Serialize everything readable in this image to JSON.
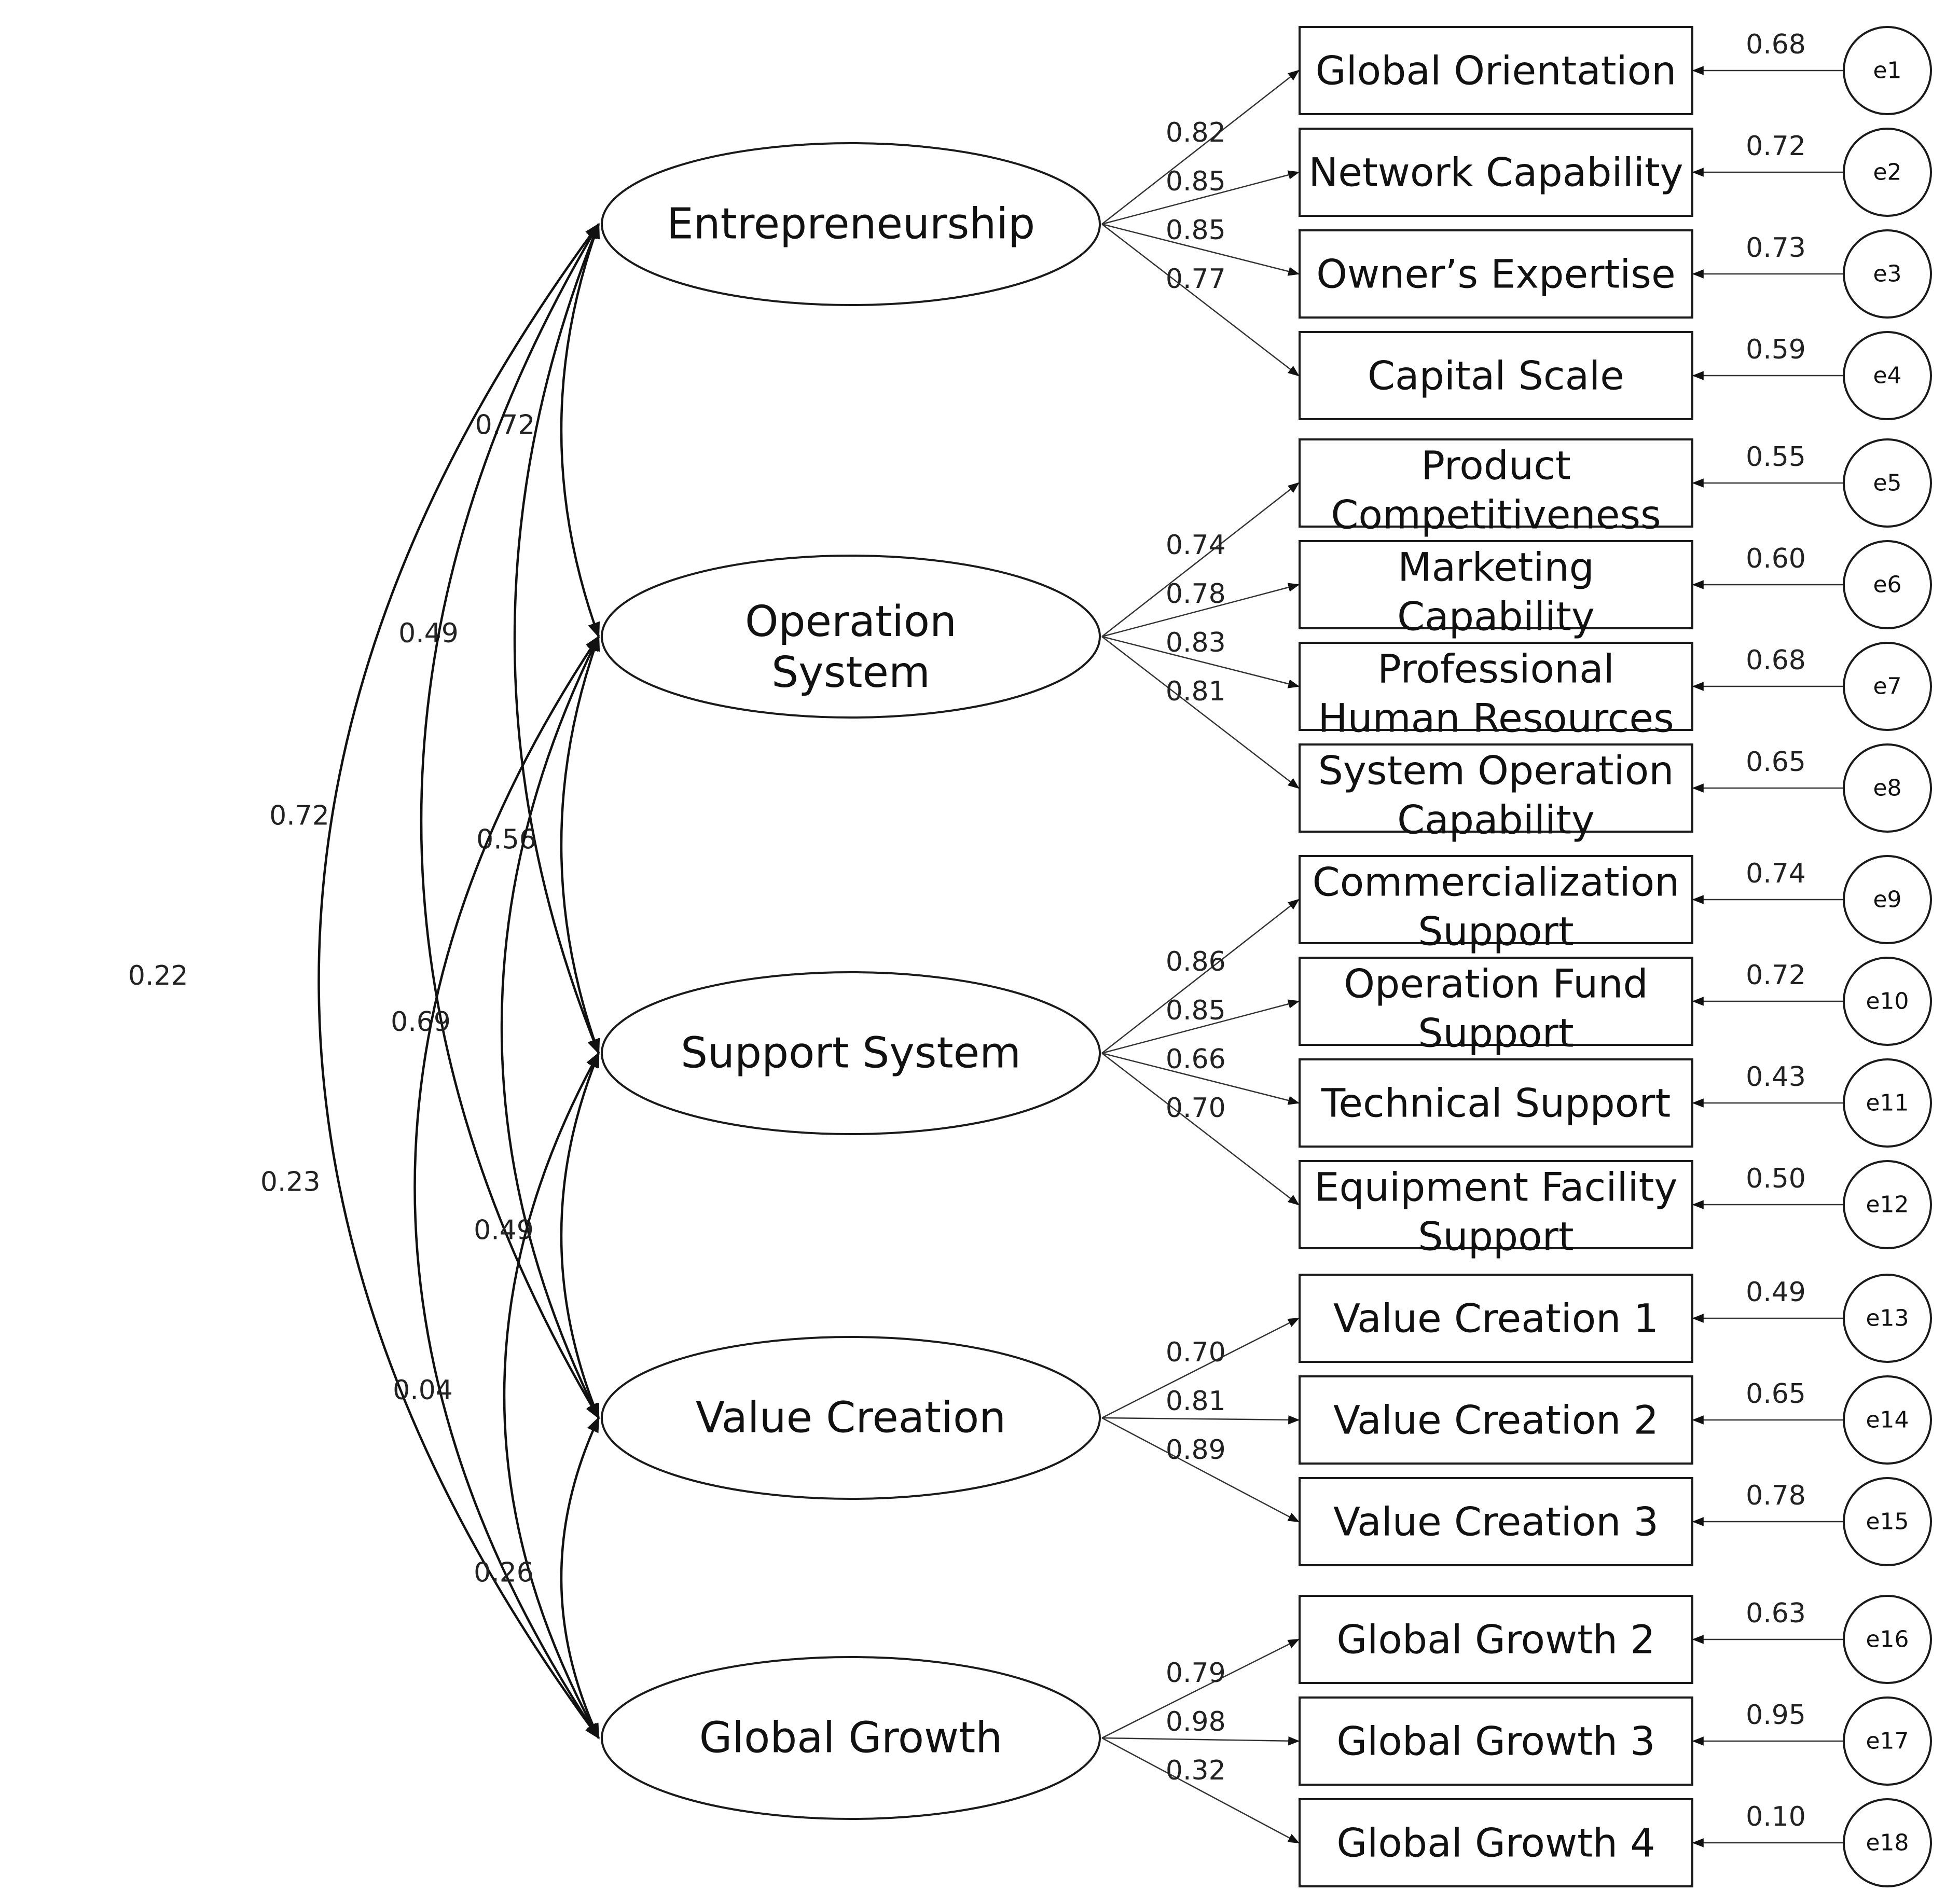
{
  "latents": [
    {
      "id": "ent",
      "label": "Entrepreneurship"
    },
    {
      "id": "ops",
      "label": "Operation System"
    },
    {
      "id": "sup",
      "label": "Support System"
    },
    {
      "id": "val",
      "label": "Value Creation"
    },
    {
      "id": "glo",
      "label": "Global Growth"
    }
  ],
  "indicators": [
    {
      "latent": "ent",
      "label": "Global Orientation",
      "loading": "0.82",
      "error": "e1",
      "error_value": "0.68"
    },
    {
      "latent": "ent",
      "label": "Network Capability",
      "loading": "0.85",
      "error": "e2",
      "error_value": "0.72"
    },
    {
      "latent": "ent",
      "label": "Owner’s Expertise",
      "loading": "0.85",
      "error": "e3",
      "error_value": "0.73"
    },
    {
      "latent": "ent",
      "label": "Capital Scale",
      "loading": "0.77",
      "error": "e4",
      "error_value": "0.59"
    },
    {
      "latent": "ops",
      "label": "Product Competitiveness",
      "loading": "0.74",
      "error": "e5",
      "error_value": "0.55"
    },
    {
      "latent": "ops",
      "label": "Marketing Capability",
      "loading": "0.78",
      "error": "e6",
      "error_value": "0.60"
    },
    {
      "latent": "ops",
      "label": "Professional Human Resources",
      "loading": "0.83",
      "error": "e7",
      "error_value": "0.68"
    },
    {
      "latent": "ops",
      "label": "System Operation Capability",
      "loading": "0.81",
      "error": "e8",
      "error_value": "0.65"
    },
    {
      "latent": "sup",
      "label": "Commercialization Support",
      "loading": "0.86",
      "error": "e9",
      "error_value": "0.74"
    },
    {
      "latent": "sup",
      "label": "Operation Fund Support",
      "loading": "0.85",
      "error": "e10",
      "error_value": "0.72"
    },
    {
      "latent": "sup",
      "label": "Technical Support",
      "loading": "0.66",
      "error": "e11",
      "error_value": "0.43"
    },
    {
      "latent": "sup",
      "label": "Equipment Facility Support",
      "loading": "0.70",
      "error": "e12",
      "error_value": "0.50"
    },
    {
      "latent": "val",
      "label": "Value Creation 1",
      "loading": "0.70",
      "error": "e13",
      "error_value": "0.49"
    },
    {
      "latent": "val",
      "label": "Value Creation 2",
      "loading": "0.81",
      "error": "e14",
      "error_value": "0.65"
    },
    {
      "latent": "val",
      "label": "Value Creation 3",
      "loading": "0.89",
      "error": "e15",
      "error_value": "0.78"
    },
    {
      "latent": "glo",
      "label": "Global Growth 2",
      "loading": "0.79",
      "error": "e16",
      "error_value": "0.63"
    },
    {
      "latent": "glo",
      "label": "Global Growth 3",
      "loading": "0.98",
      "error": "e17",
      "error_value": "0.95"
    },
    {
      "latent": "glo",
      "label": "Global Growth 4",
      "loading": "0.32",
      "error": "e18",
      "error_value": "0.10"
    }
  ],
  "correlations": [
    {
      "from": "ent",
      "to": "ops",
      "value": "0.72"
    },
    {
      "from": "ent",
      "to": "sup",
      "value": "0.49"
    },
    {
      "from": "ent",
      "to": "val",
      "value": "0.72"
    },
    {
      "from": "ent",
      "to": "glo",
      "value": "0.22"
    },
    {
      "from": "ops",
      "to": "sup",
      "value": "0.56"
    },
    {
      "from": "ops",
      "to": "val",
      "value": "0.69"
    },
    {
      "from": "ops",
      "to": "glo",
      "value": "0.23"
    },
    {
      "from": "sup",
      "to": "val",
      "value": "0.49"
    },
    {
      "from": "sup",
      "to": "glo",
      "value": "0.04"
    },
    {
      "from": "val",
      "to": "glo",
      "value": "0.26"
    }
  ]
}
